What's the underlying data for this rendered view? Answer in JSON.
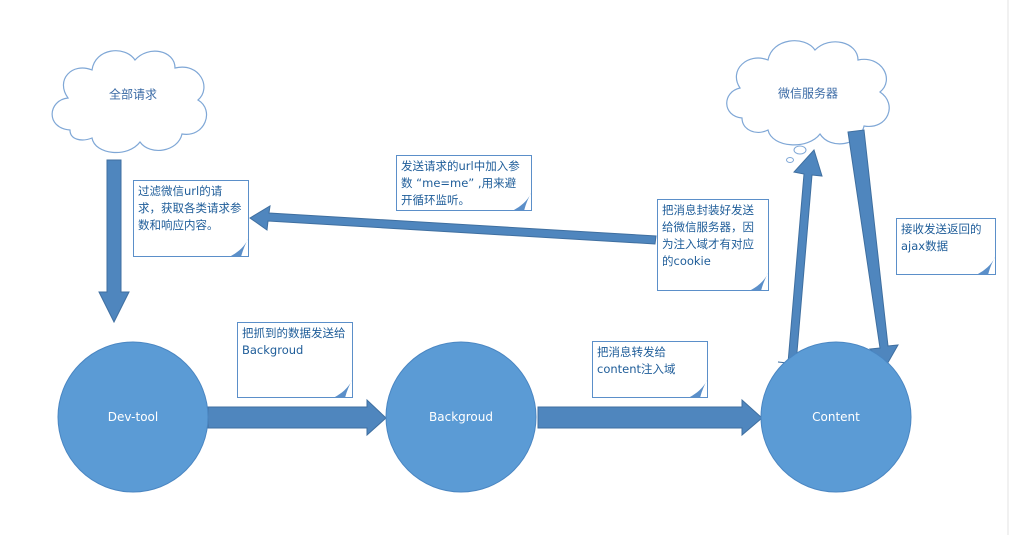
{
  "clouds": {
    "all_requests": "全部请求",
    "wechat_server": "微信服务器"
  },
  "nodes": {
    "devtool": "Dev-tool",
    "background": "Backgroud",
    "content": "Content"
  },
  "notes": {
    "filter": "过滤微信url的请求，获取各类请求参数和响应内容。",
    "param": "发送请求的url中加入参数 “me=me” ,用来避开循环监听。",
    "package": "把消息封装好发送给微信服务器，因为注入域才有对应的cookie",
    "receive": "接收发送返回的ajax数据",
    "send_bg": "把抓到的数据发送给Backgroud",
    "forward": "把消息转发给content注入域"
  },
  "colors": {
    "node_fill": "#5b9bd5",
    "arrow_fill": "#4f86be",
    "arrow_stroke": "#3f6fa0",
    "note_border": "#5b8fc9",
    "note_text": "#1f5d99",
    "cloud_stroke": "#7fa7d6",
    "cloud_text": "#3a6aa5"
  }
}
